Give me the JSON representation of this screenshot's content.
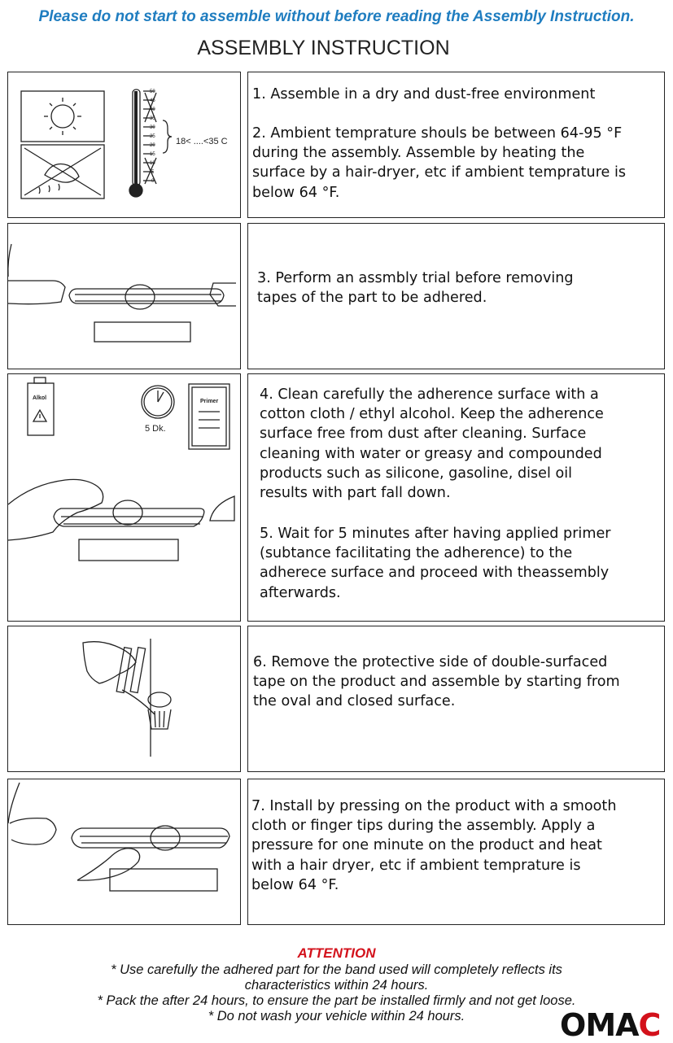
{
  "header": {
    "warning": "Please do not start to assemble without before reading the Assembly Instruction.",
    "title": "ASSEMBLY INSTRUCTION"
  },
  "steps": [
    {
      "lines": [
        "1. Assemble in a dry and dust-free environment"
      ]
    },
    {
      "lines": [
        "2. Ambient temprature shouls be between 64-95 °F",
        "during the assembly. Assemble by heating the",
        "surface by a hair-dryer, etc if ambient temprature is",
        "below 64 °F."
      ]
    },
    {
      "lines": [
        "3. Perform an assmbly trial before removing",
        "tapes of the part to be adhered."
      ]
    },
    {
      "lines": [
        "4. Clean carefully the adherence surface with a",
        "cotton cloth / ethyl alcohol. Keep the adherence",
        "surface free from dust after cleaning. Surface",
        "cleaning with water or greasy and compounded",
        "products such as silicone, gasoline, disel oil",
        "results with part fall down."
      ]
    },
    {
      "lines": [
        "5. Wait for 5 minutes after having applied primer",
        "(subtance facilitating the adherence) to the",
        "adherece surface and proceed with theassembly",
        "afterwards."
      ]
    },
    {
      "lines": [
        "6. Remove the protective side of double-surfaced",
        "tape on the product and assemble by starting from",
        "the oval and closed surface."
      ]
    },
    {
      "lines": [
        "7. Install by pressing on the product with a smooth",
        "cloth or finger tips during the assembly. Apply a",
        "pressure for one minute on the product and heat",
        "with a hair dryer, etc if ambient temprature is",
        "below 64 °F."
      ]
    }
  ],
  "illustrations": {
    "thermometer_range": "18< ....<35 C",
    "thermo_ticks": [
      "50",
      "45",
      "40",
      "35",
      "30",
      "25",
      "20",
      "15",
      "10",
      "5",
      "0"
    ],
    "alkol_label": "Alkol",
    "timer_label": "5 Dk.",
    "primer_label": "Primer"
  },
  "footer": {
    "attention": "ATTENTION",
    "notes": [
      "* Use carefully the adhered part for the band used will completely reflects its",
      "characteristics within 24 hours.",
      "* Pack the after 24 hours, to ensure the part be installed firmly and not get loose.",
      "* Do not wash your vehicle within 24 hours."
    ],
    "logo_o": "O",
    "logo_rest": "MA",
    "logo_c": "C"
  },
  "colors": {
    "warning_blue": "#1f7dc0",
    "attention_red": "#d3111b",
    "line": "#222222"
  }
}
